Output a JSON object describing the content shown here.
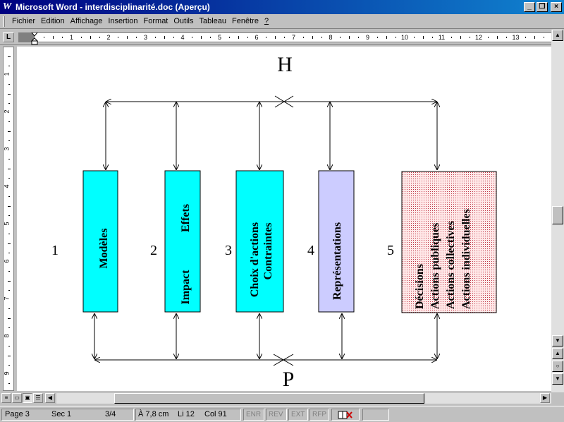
{
  "window": {
    "title": "Microsoft Word - interdisciplinarité.doc (Aperçu)",
    "app_icon": "W",
    "buttons": {
      "minimize": "_",
      "maximize": "❐",
      "close": "×"
    }
  },
  "menu": {
    "items": [
      "Fichier",
      "Edition",
      "Affichage",
      "Insertion",
      "Format",
      "Outils",
      "Tableau",
      "Fenêtre",
      "?"
    ]
  },
  "ruler": {
    "corner": "L",
    "h_labels": [
      "1",
      "2",
      "3",
      "4",
      "5",
      "6",
      "7",
      "8",
      "9",
      "10",
      "11",
      "12",
      "13"
    ],
    "v_labels": [
      "1",
      "2",
      "3",
      "4",
      "5",
      "6",
      "7",
      "8",
      "9"
    ]
  },
  "diagram": {
    "top_label": "H",
    "bottom_label": "P",
    "numbers": [
      "1",
      "2",
      "3",
      "4",
      "5"
    ],
    "boxes": [
      {
        "lines": [
          "Modèles"
        ]
      },
      {
        "lines": [
          "Effets",
          "Impact"
        ]
      },
      {
        "lines": [
          "Choix d'actions",
          "Contraintes"
        ]
      },
      {
        "lines": [
          "Représentations"
        ]
      },
      {
        "lines": [
          "Décisions",
          "Actions publiques",
          "Actions collectives",
          "Actions individuelles"
        ]
      }
    ],
    "colors": {
      "cyan": "#00ffff",
      "lavender": "#ccccff",
      "dotted_pink": "#ffe0e0",
      "dot": "#cc3344"
    }
  },
  "status": {
    "page": "Page 3",
    "section": "Sec 1",
    "pages": "3/4",
    "position": "À 7,8 cm",
    "line": "Li 12",
    "column": "Col 91",
    "modes": [
      "ENR",
      "REV",
      "EXT",
      "RFP"
    ],
    "spell_icon": "book-check-icon"
  },
  "scroll": {
    "prev_page": "▲",
    "browse": "○",
    "next_page": "▼"
  }
}
